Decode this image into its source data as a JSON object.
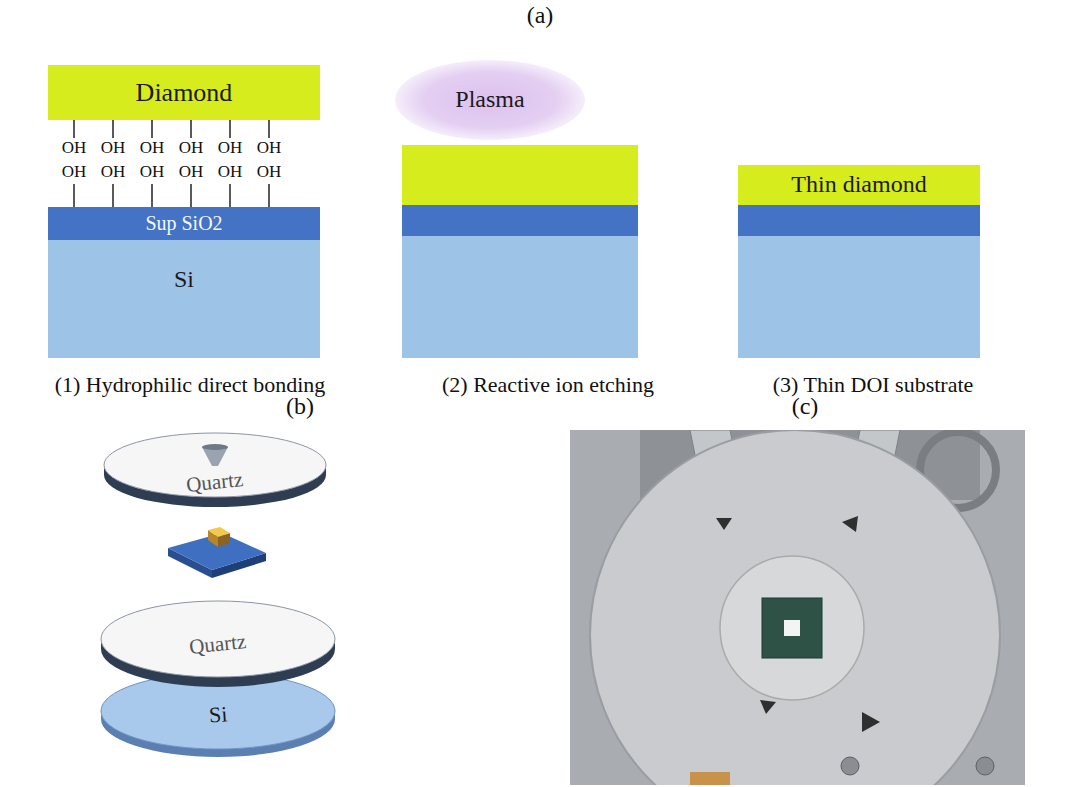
{
  "diagram": {
    "nodes": [
      {
        "text": [
          "Diamond"
        ]
      },
      {
        "text": [
          "Sup SiO2"
        ]
      },
      {
        "text": [
          "Si"
        ]
      },
      {
        "text": [
          "Plasma"
        ]
      },
      {
        "text": [
          "Thin diamond"
        ]
      },
      {
        "text": [
          "Quartz"
        ]
      },
      {
        "text": [
          "Quartz"
        ]
      },
      {
        "text": [
          "Si"
        ]
      }
    ],
    "labels": [
      "(a)",
      "OH",
      "OH",
      "OH",
      "OH",
      "OH",
      "OH",
      "OH",
      "OH",
      "OH",
      "OH",
      "OH",
      "OH",
      "(1) Hydrophilic direct bonding",
      "(2) Reactive ion etching",
      "(3) Thin DOI substrate",
      "(b)",
      "(c)"
    ]
  }
}
